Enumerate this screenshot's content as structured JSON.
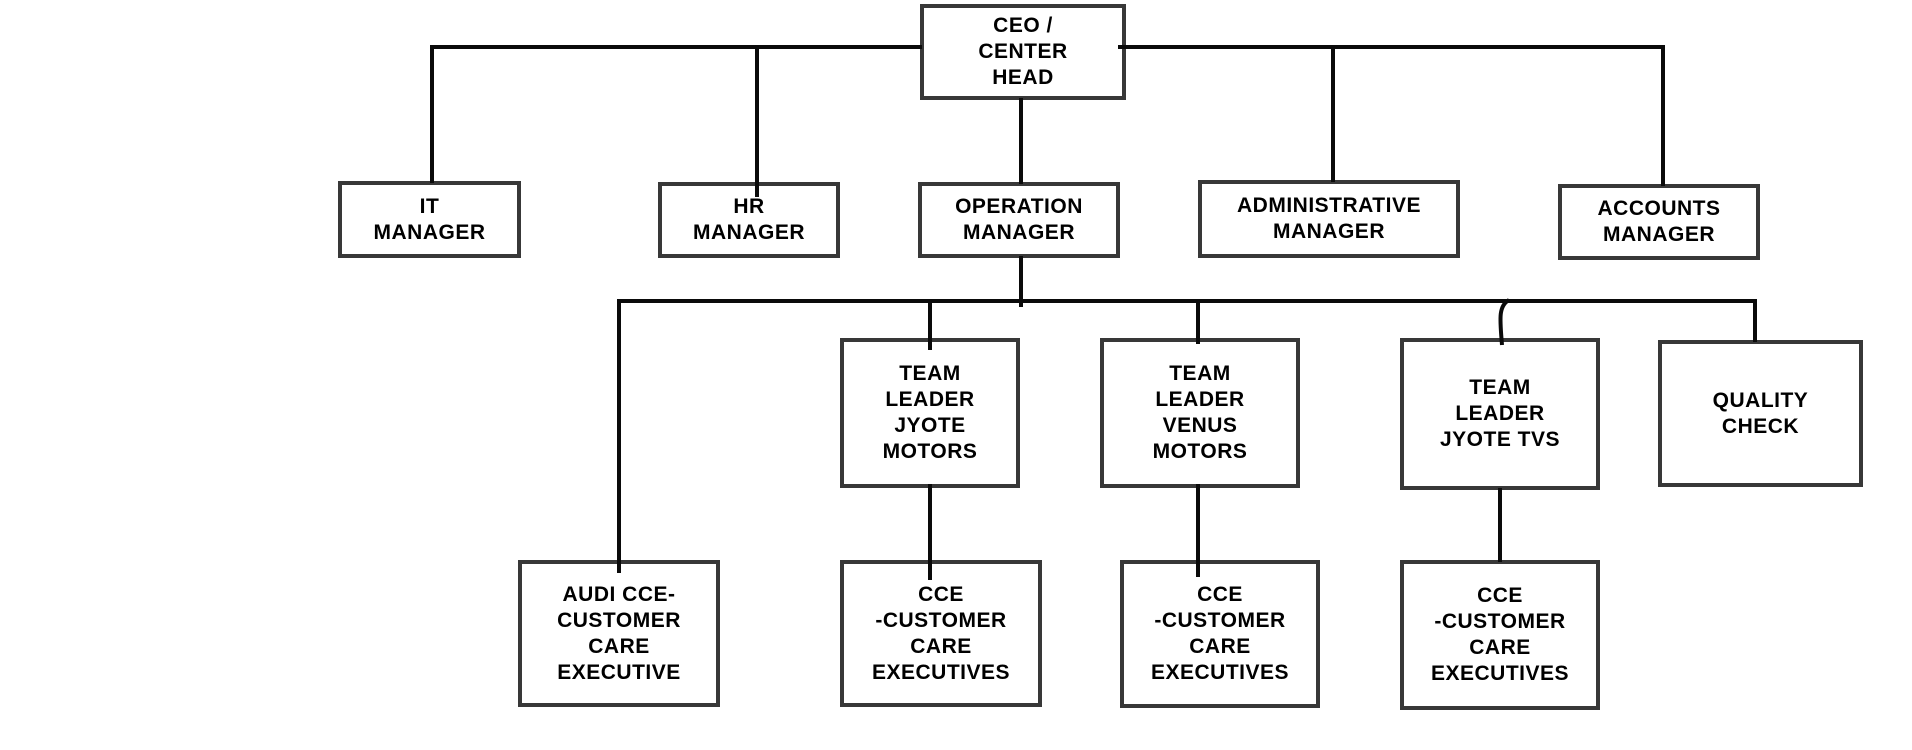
{
  "page": {
    "background": "#ffffff"
  },
  "diagram": {
    "type": "org-chart",
    "colors": {
      "box_border": "#383838",
      "box_fill": "#ffffff",
      "connector": "#0a0a0a",
      "text": "#000000"
    },
    "nodes": {
      "ceo": {
        "label": "CEO / CENTER HEAD",
        "text": "CEO /\nCENTER\nHEAD",
        "reports_to": null
      },
      "it_manager": {
        "label": "IT MANAGER",
        "text": "IT\nMANAGER",
        "reports_to": "ceo"
      },
      "hr_manager": {
        "label": "HR MANAGER",
        "text": "HR\nMANAGER",
        "reports_to": "ceo"
      },
      "operation_manager": {
        "label": "OPERATION MANAGER",
        "text": "OPERATION\nMANAGER",
        "reports_to": "ceo"
      },
      "administrative_manager": {
        "label": "ADMINISTRATIVE MANAGER",
        "text": "ADMINISTRATIVE\nMANAGER",
        "reports_to": "ceo"
      },
      "accounts_manager": {
        "label": "ACCOUNTS MANAGER",
        "text": "ACCOUNTS\nMANAGER",
        "reports_to": "ceo"
      },
      "tl_jyote_motors": {
        "label": "TEAM LEADER JYOTE MOTORS",
        "text": "TEAM\nLEADER\nJYOTE\nMOTORS",
        "reports_to": "operation_manager"
      },
      "tl_venus_motors": {
        "label": "TEAM LEADER VENUS MOTORS",
        "text": "TEAM\nLEADER\nVENUS\nMOTORS",
        "reports_to": "operation_manager"
      },
      "tl_jyote_tvs": {
        "label": "TEAM LEADER JYOTE TVS",
        "text": "TEAM\nLEADER\nJYOTE TVS",
        "reports_to": "operation_manager"
      },
      "quality_check": {
        "label": "QUALITY CHECK",
        "text": "QUALITY\nCHECK",
        "reports_to": "operation_manager"
      },
      "audi_cce": {
        "label": "AUDI CCE- CUSTOMER CARE EXECUTIVE",
        "text": "AUDI CCE-\nCUSTOMER\nCARE\nEXECUTIVE",
        "reports_to": "operation_manager"
      },
      "cce_jyote_motors": {
        "label": "CCE -CUSTOMER CARE EXECUTIVES",
        "text": "CCE\n-CUSTOMER\nCARE\nEXECUTIVES",
        "reports_to": "tl_jyote_motors"
      },
      "cce_venus_motors": {
        "label": "CCE -CUSTOMER CARE EXECUTIVES",
        "text": "CCE\n-CUSTOMER\nCARE\nEXECUTIVES",
        "reports_to": "tl_venus_motors"
      },
      "cce_jyote_tvs": {
        "label": "CCE -CUSTOMER CARE EXECUTIVES",
        "text": "CCE\n-CUSTOMER\nCARE\nEXECUTIVES",
        "reports_to": "tl_jyote_tvs"
      }
    }
  }
}
